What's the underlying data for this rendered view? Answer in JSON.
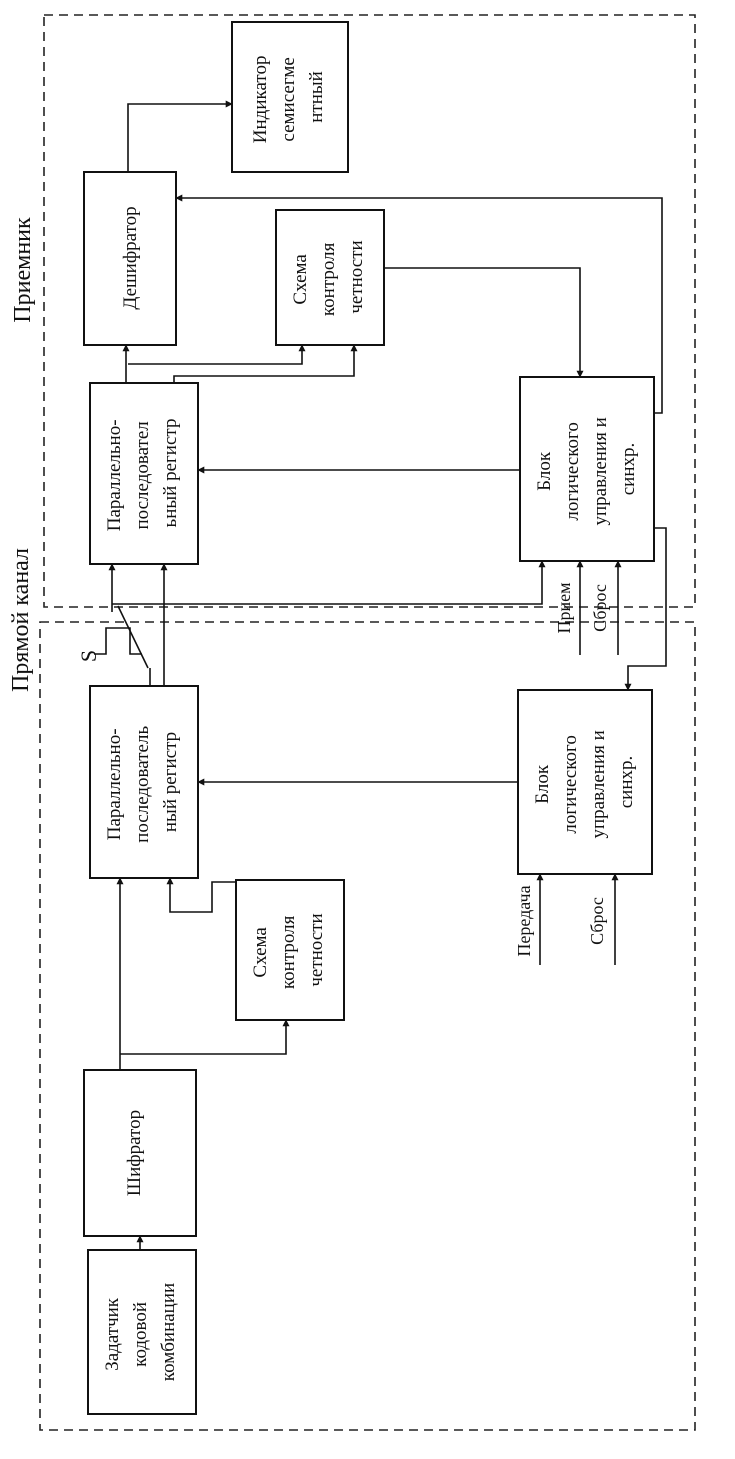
{
  "zones": {
    "receiver_label": "Приемник",
    "forward_channel_label": "Прямой канал"
  },
  "blocks": {
    "rx_indicator": [
      "Индикатор",
      "семисегме",
      "нтный"
    ],
    "rx_decoder": [
      "Дешифратор"
    ],
    "rx_parity": [
      "Схема",
      "контроля",
      "четности"
    ],
    "rx_register": [
      "Параллельно-",
      "последовател",
      "ьный регистр"
    ],
    "rx_logic": [
      "Блок",
      "логического",
      "управления и",
      "синхр."
    ],
    "tx_register": [
      "Параллельно-",
      "последователь",
      "ный регистр"
    ],
    "tx_parity": [
      "Схема",
      "контроля",
      "четности"
    ],
    "tx_logic": [
      "Блок",
      "логического",
      "управления и",
      "синхр."
    ],
    "tx_encoder": [
      "Шифратор"
    ],
    "tx_setter": [
      "Задатчик",
      "кодовой",
      "комбинации"
    ]
  },
  "signals": {
    "switch": "S",
    "rx_receive": "Прием",
    "rx_reset": "Сброс",
    "tx_transmit": "Передача",
    "tx_reset": "Сброс"
  }
}
